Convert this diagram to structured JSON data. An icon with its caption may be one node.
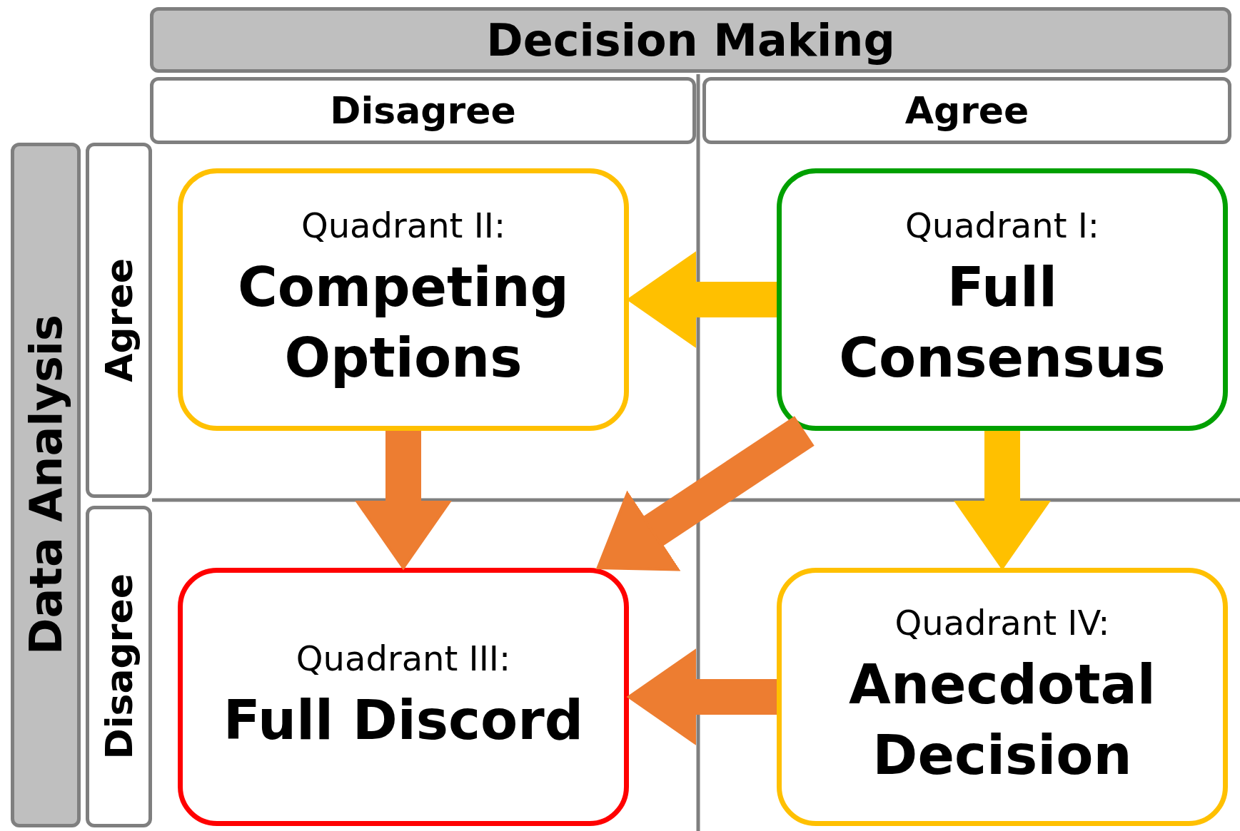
{
  "diagram": {
    "nodes": [
      {
        "text": [
          "Decision Making"
        ]
      },
      {
        "text": [
          "Disagree"
        ]
      },
      {
        "text": [
          "Agree"
        ]
      },
      {
        "text": [
          "Data Analysis"
        ]
      },
      {
        "text": [
          "Agree"
        ]
      },
      {
        "text": [
          "Disagree"
        ]
      },
      {
        "text": [
          "Quadrant II:",
          "Competing Options"
        ]
      },
      {
        "text": [
          "Quadrant I:",
          "Full Consensus"
        ]
      },
      {
        "text": [
          "Quadrant III:",
          "Full Discord"
        ]
      },
      {
        "text": [
          "Quadrant IV:",
          "Anecdotal Decision"
        ]
      }
    ],
    "edges": [
      {
        "from": 7,
        "to": 6,
        "arrow": "to",
        "color": "#ffc000"
      },
      {
        "from": 6,
        "to": 8,
        "arrow": "to"
      },
      {
        "from": 7,
        "to": 8,
        "arrow": "to"
      },
      {
        "from": 7,
        "to": 9,
        "arrow": "to",
        "color": "#ffc000"
      },
      {
        "from": 9,
        "to": 8,
        "arrow": "to"
      }
    ]
  }
}
